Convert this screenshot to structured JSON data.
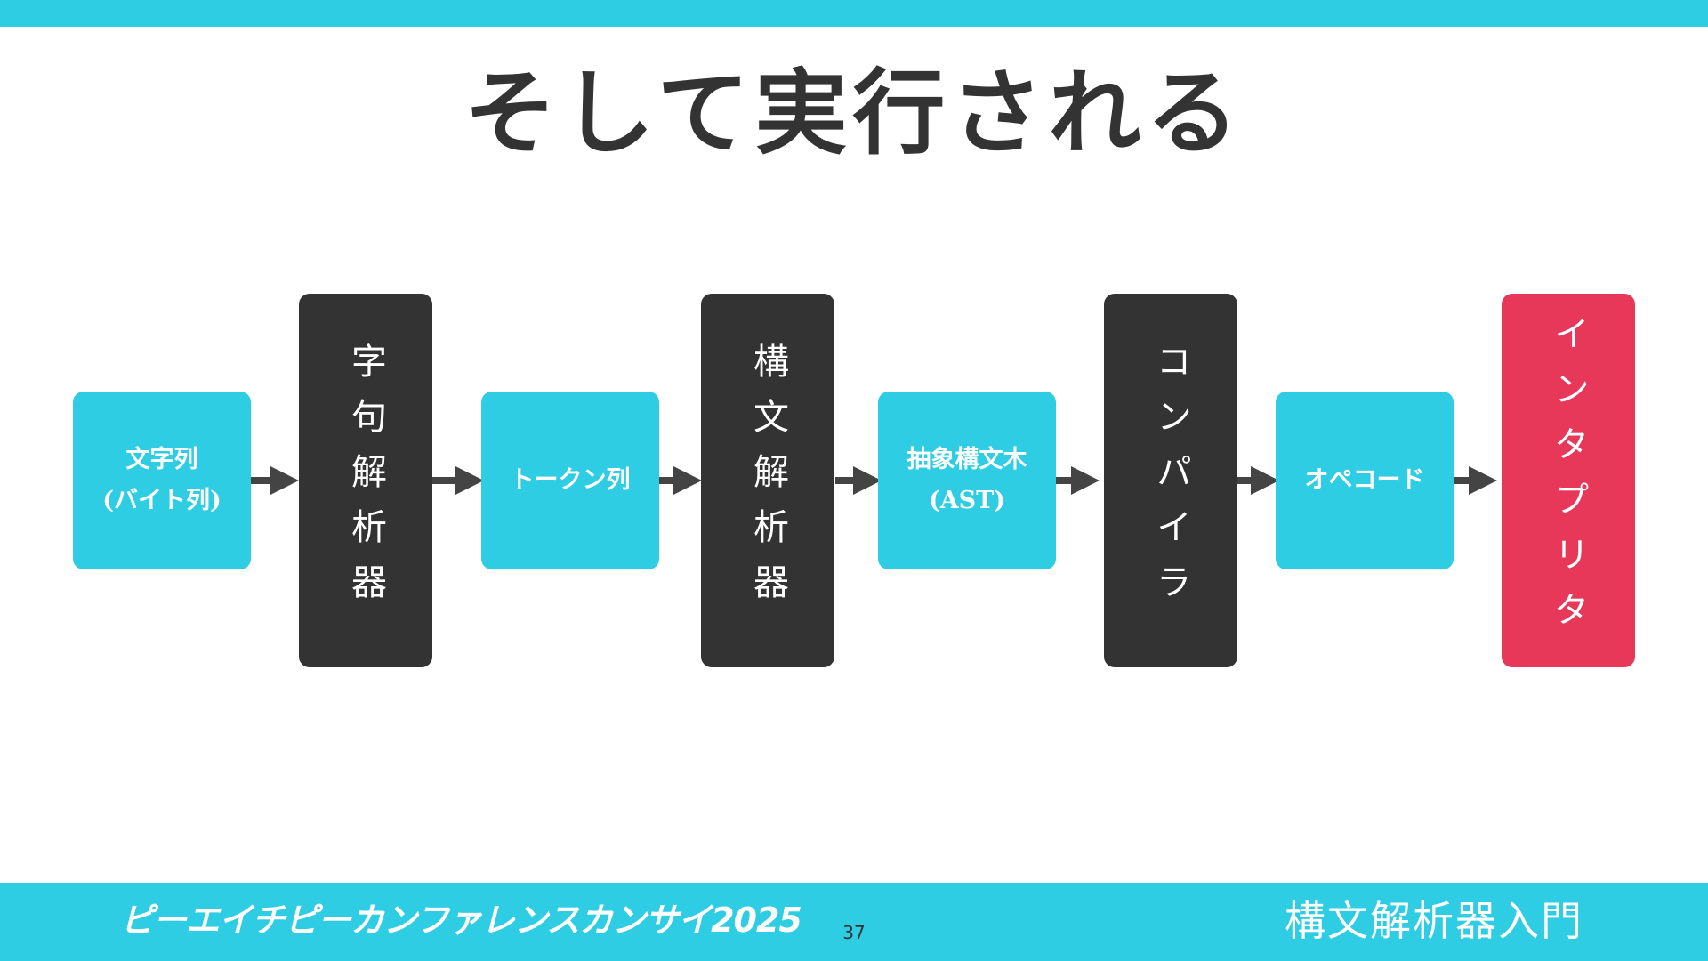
{
  "slide": {
    "title": "そして実行される",
    "page_number": "37",
    "event_name": "ピーエイチピーカンファレンスカンサイ2025",
    "talk_title": "構文解析器入門"
  },
  "colors": {
    "data_node": "#2ecde3",
    "processor_node": "#333333",
    "highlight_node": "#e8385a",
    "arrow": "#444444"
  },
  "pipeline": {
    "data": [
      {
        "line1": "文字列",
        "line2": "(バイト列)"
      },
      {
        "line1": "トークン列",
        "line2": ""
      },
      {
        "line1": "抽象構文木",
        "line2": "(AST)"
      },
      {
        "line1": "オペコード",
        "line2": ""
      }
    ],
    "processors": [
      {
        "label": "字句解析器"
      },
      {
        "label": "構文解析器"
      },
      {
        "label": "コンパイラ"
      },
      {
        "label": "インタプリタ"
      }
    ]
  }
}
